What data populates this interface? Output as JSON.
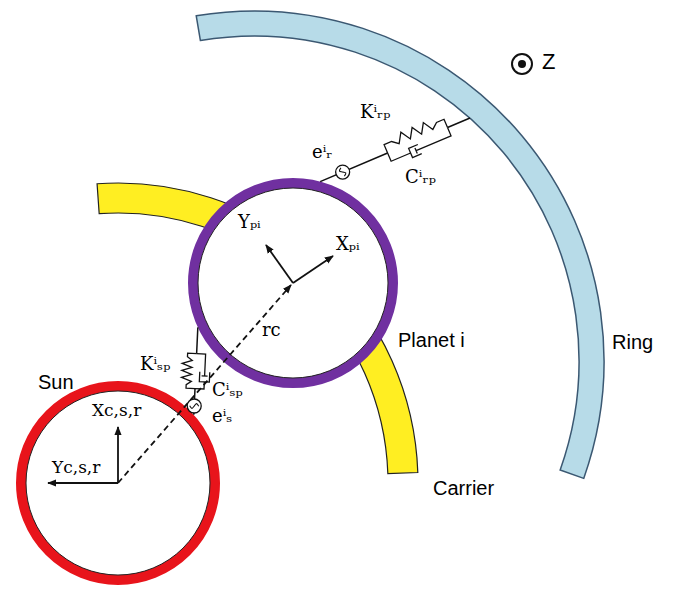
{
  "diagram": {
    "nodes": [
      {
        "text": [
          "Ring"
        ]
      },
      {
        "text": [
          "Planet i"
        ]
      },
      {
        "text": [
          "Carrier"
        ]
      },
      {
        "text": [
          "Sun"
        ]
      }
    ],
    "edges": [
      {
        "from": 3,
        "to": 1,
        "arrow": "none"
      },
      {
        "from": 1,
        "to": 0,
        "arrow": "none"
      }
    ],
    "labels": [
      "Z",
      "Yₚᵢ",
      "Xₚᵢ",
      "rc",
      "Kⁱₛₚ",
      "Cⁱₛₚ",
      "eⁱₛ",
      "Kⁱᵣₚ",
      "Cⁱᵣₚ",
      "eⁱᵣ",
      "Xc,s,r",
      "Yc,s,r"
    ]
  }
}
